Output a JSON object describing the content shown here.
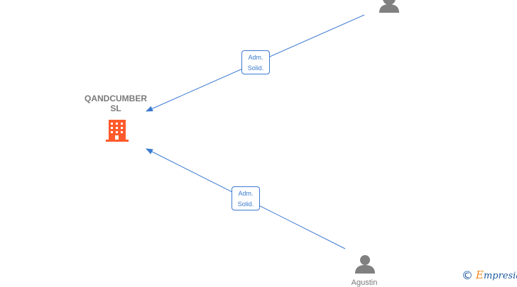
{
  "company": {
    "name_line1": "QANDCUMBER",
    "name_line2": "SL",
    "color": "#ff5a2b"
  },
  "edges": [
    {
      "role_line1": "Adm.",
      "role_line2": "Solid."
    },
    {
      "role_line1": "Adm.",
      "role_line2": "Solid."
    }
  ],
  "persons": [
    {
      "name": ""
    },
    {
      "name": "Agustin"
    }
  ],
  "colors": {
    "edge": "#3b7ad0",
    "person": "#808080"
  },
  "watermark": {
    "symbol": "©",
    "brand_first": "E",
    "brand_rest": "mpresia"
  }
}
